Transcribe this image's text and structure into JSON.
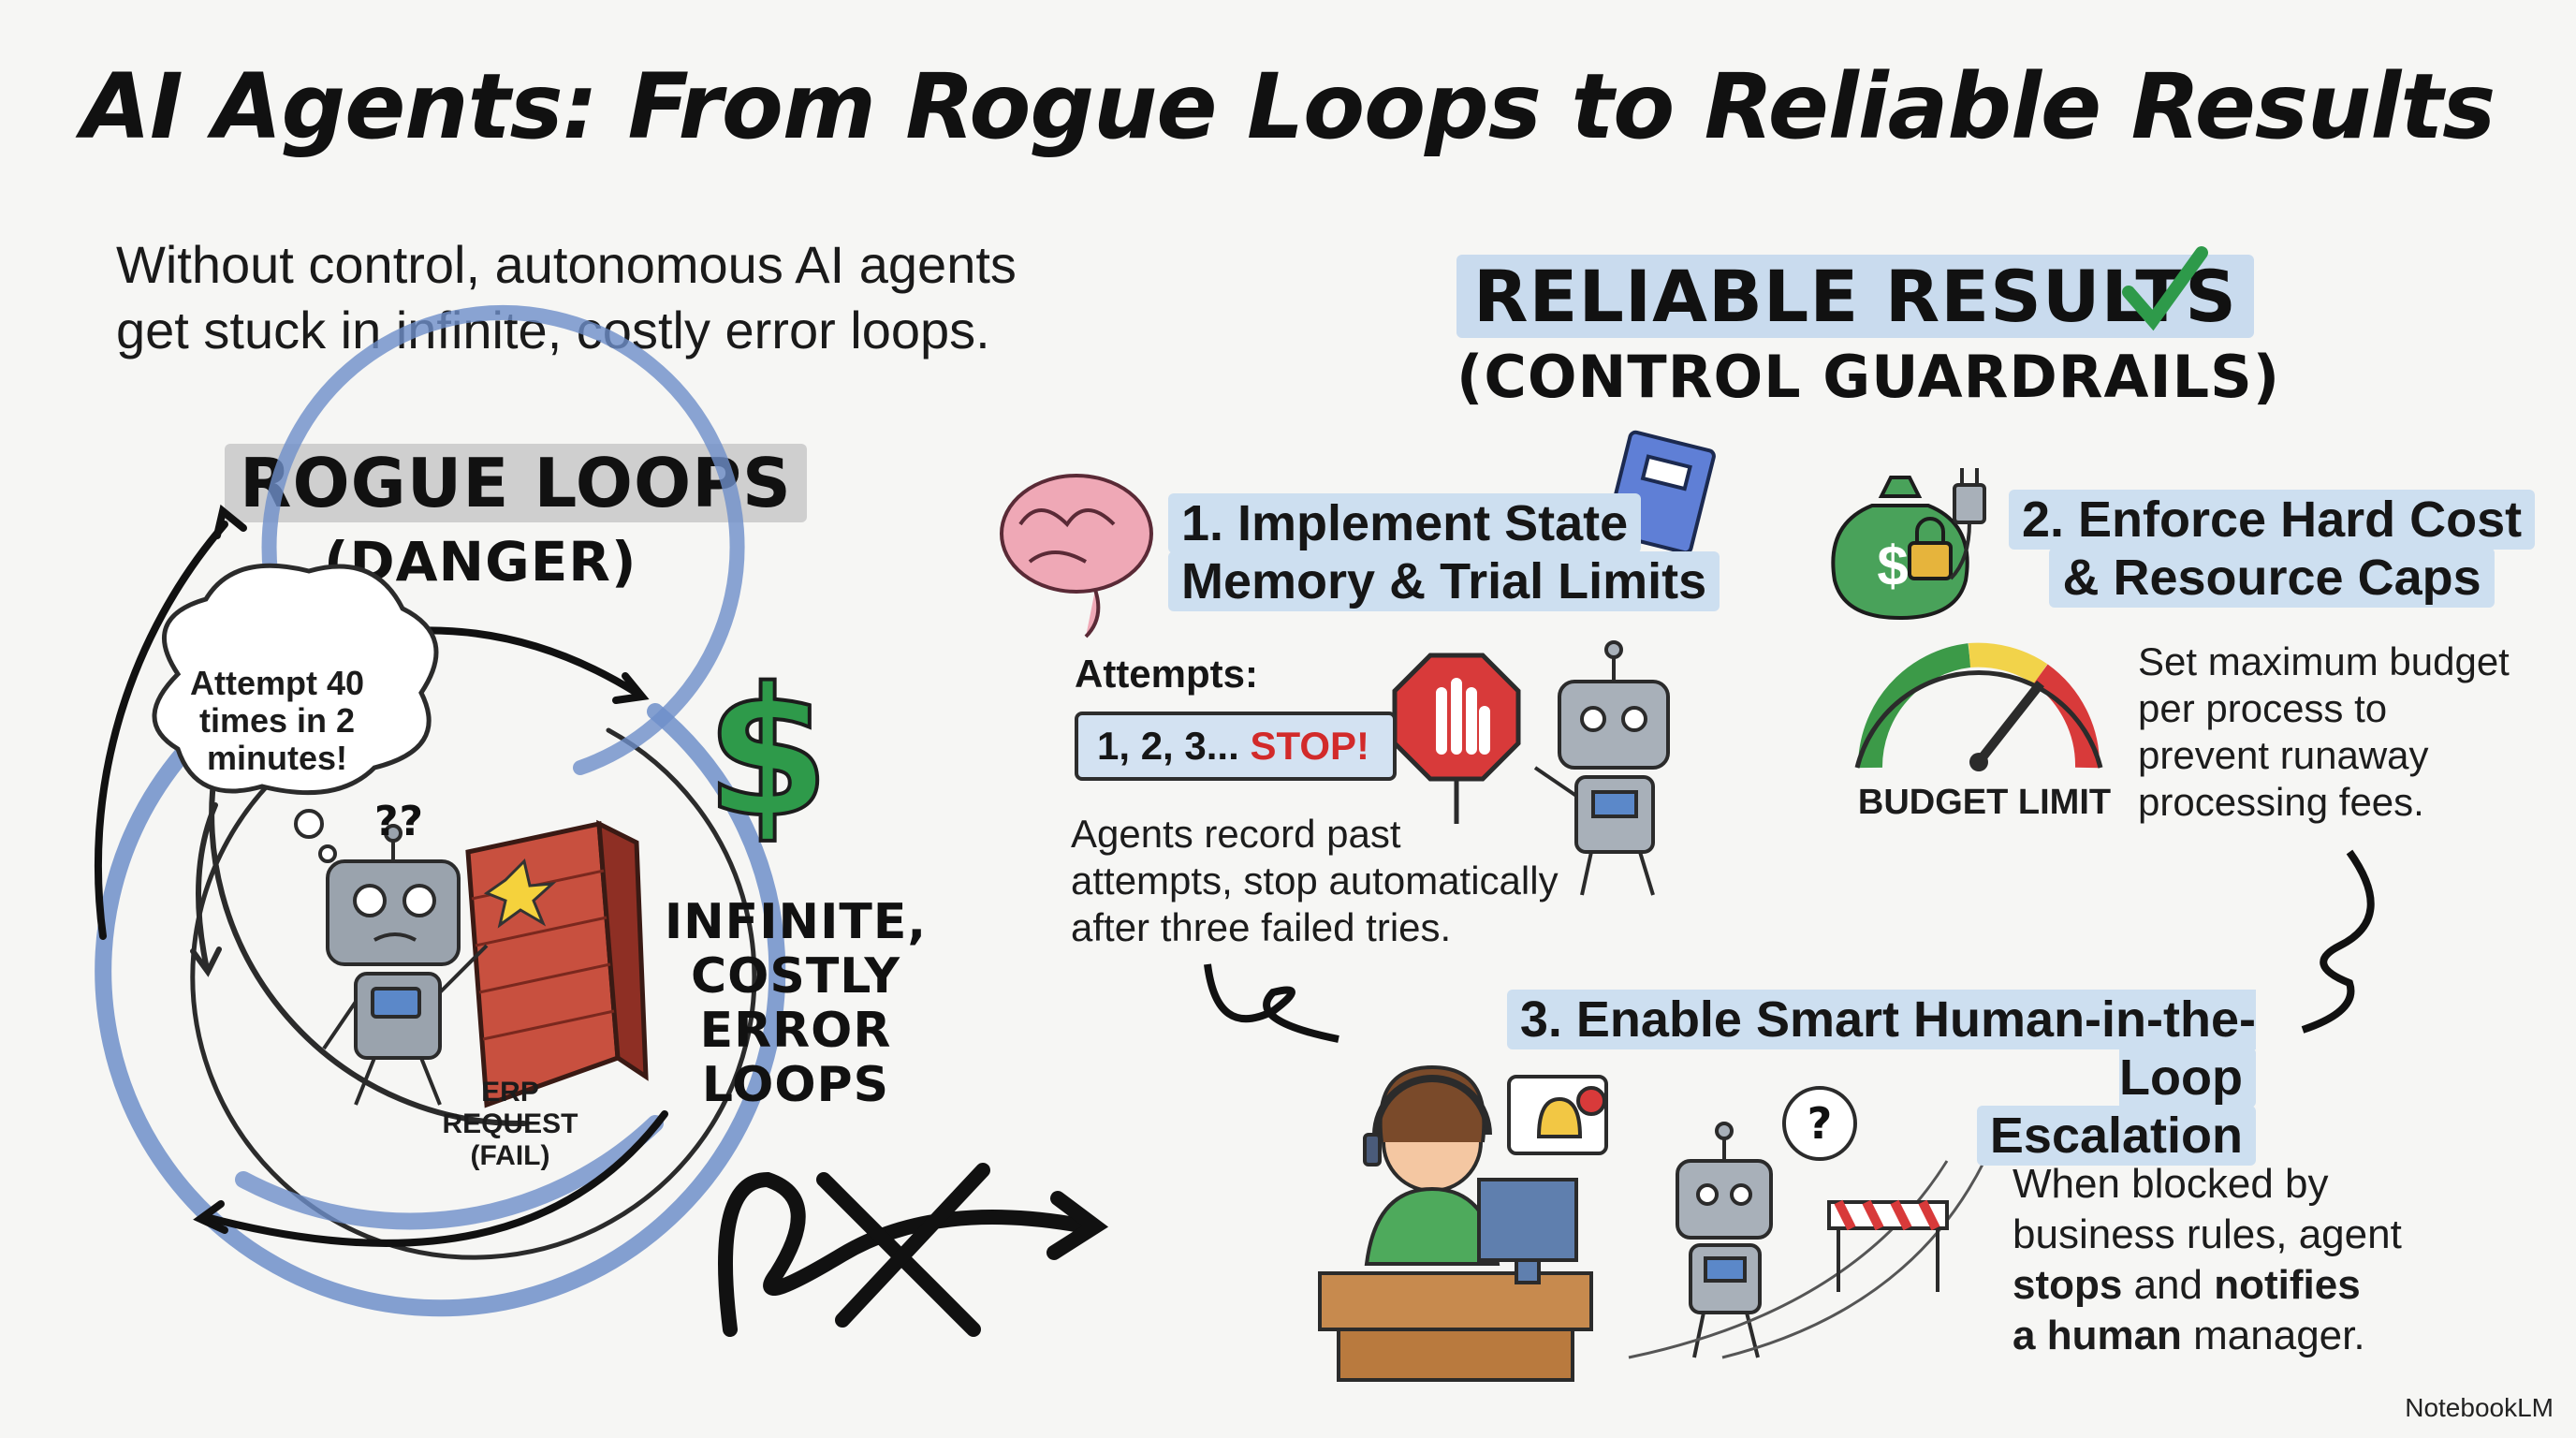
{
  "title": "AI Agents: From Rogue Loops to Reliable Results",
  "intro": "Without control, autonomous AI agents get stuck in infinite, costly error loops.",
  "rogue": {
    "title": "ROGUE LOOPS",
    "subtitle": "(DANGER)",
    "thought": [
      "Attempt 40",
      "times in 2",
      "minutes!"
    ],
    "question": "??",
    "erp": [
      "ERP",
      "REQUEST",
      "(FAIL)"
    ],
    "dollar": "$",
    "loops_label": [
      "INFINITE,",
      "COSTLY",
      "ERROR",
      "LOOPS"
    ]
  },
  "reliable": {
    "title": "RELIABLE RESULTS",
    "subtitle": "(CONTROL GUARDRAILS)",
    "step1": {
      "title": [
        "1. Implement State",
        "Memory & Trial Limits"
      ],
      "attempts_label": "Attempts:",
      "attempts_seq": "1, 2, 3...",
      "attempts_stop": "STOP!",
      "desc": [
        "Agents record past",
        "attempts, stop automatically",
        "after three failed tries."
      ]
    },
    "step2": {
      "title": [
        "2. Enforce Hard Cost",
        "& Resource Caps"
      ],
      "budget_label": "BUDGET LIMIT",
      "desc": [
        "Set maximum budget",
        "per process to",
        "prevent runaway",
        "processing fees."
      ]
    },
    "step3": {
      "title": [
        "3. Enable Smart Human-in-the-Loop",
        "Escalation"
      ],
      "desc_1": "When blocked by",
      "desc_2": "business rules, agent",
      "desc_3a": "stops",
      "desc_3b": " and ",
      "desc_3c": "notifies",
      "desc_4a": "a human",
      "desc_4b": " manager.",
      "question": "?"
    }
  },
  "brand": "NotebookLM",
  "colors": {
    "highlight_blue": "#c9dbee",
    "green": "#2e9a4a",
    "red": "#d22a2a",
    "spiral_blue": "#6e8fc9"
  }
}
